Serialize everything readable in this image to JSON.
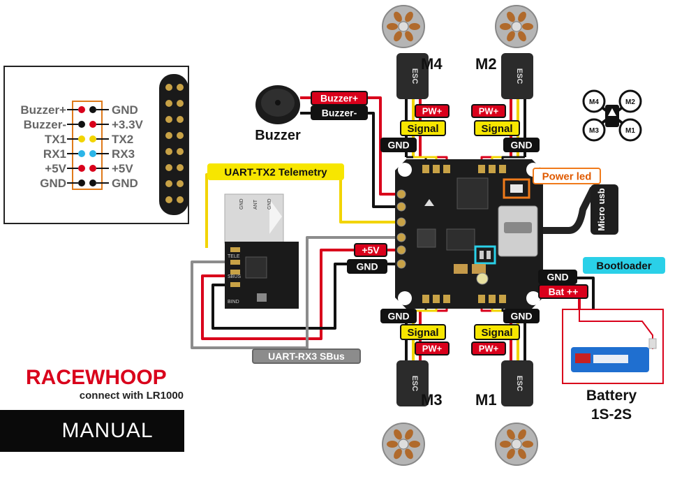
{
  "pinout": {
    "rows": [
      {
        "left": "Buzzer+",
        "right": "GND",
        "l_dot": "#d9001b",
        "r_dot": "#111111"
      },
      {
        "left": "Buzzer-",
        "right": "+3.3V",
        "l_dot": "#111111",
        "r_dot": "#d9001b"
      },
      {
        "left": "TX1",
        "right": "TX2",
        "l_dot": "#f2d400",
        "r_dot": "#f2d400"
      },
      {
        "left": "RX1",
        "right": "RX3",
        "l_dot": "#2bb5e8",
        "r_dot": "#2bb5e8"
      },
      {
        "left": "+5V",
        "right": "+5V",
        "l_dot": "#d9001b",
        "r_dot": "#d9001b"
      },
      {
        "left": "GND",
        "right": "GND",
        "l_dot": "#111111",
        "r_dot": "#111111"
      }
    ]
  },
  "motors": {
    "m4": "M4",
    "m2": "M2",
    "m3": "M3",
    "m1": "M1",
    "esc": "ESC"
  },
  "labels": {
    "buzzer_plus": "Buzzer+",
    "buzzer_minus": "Buzzer-",
    "buzzer": "Buzzer",
    "pw_plus": "PW+",
    "signal": "Signal",
    "gnd": "GND",
    "power_led": "Power led",
    "micro_usb": "Micro usb",
    "uart_tx2": "UART-TX2 Telemetry",
    "plus5v": "+5V",
    "bootloader": "Bootloader",
    "bat_plus": "Bat ++",
    "battery": "Battery",
    "battery_spec": "1S-2S",
    "uart_rx3": "UART-RX3 SBus"
  },
  "quad_icon": {
    "tl": "M4",
    "tr": "M2",
    "bl": "M3",
    "br": "M1"
  },
  "brand": {
    "name": "RACEWHOOP",
    "tagline": "connect with LR1000",
    "manual": "MANUAL"
  },
  "receiver_pins": {
    "gnd": "GND",
    "ant1": "ANT",
    "gnd2": "GND",
    "tele": "TELE",
    "sbus": "SBUS",
    "bind": "BIND"
  },
  "colors": {
    "red": "#d9001b",
    "black": "#111111",
    "yellow": "#f7e600",
    "cyan": "#2ad0e8",
    "orange": "#f07a1a",
    "gray": "#8c8c8c"
  }
}
